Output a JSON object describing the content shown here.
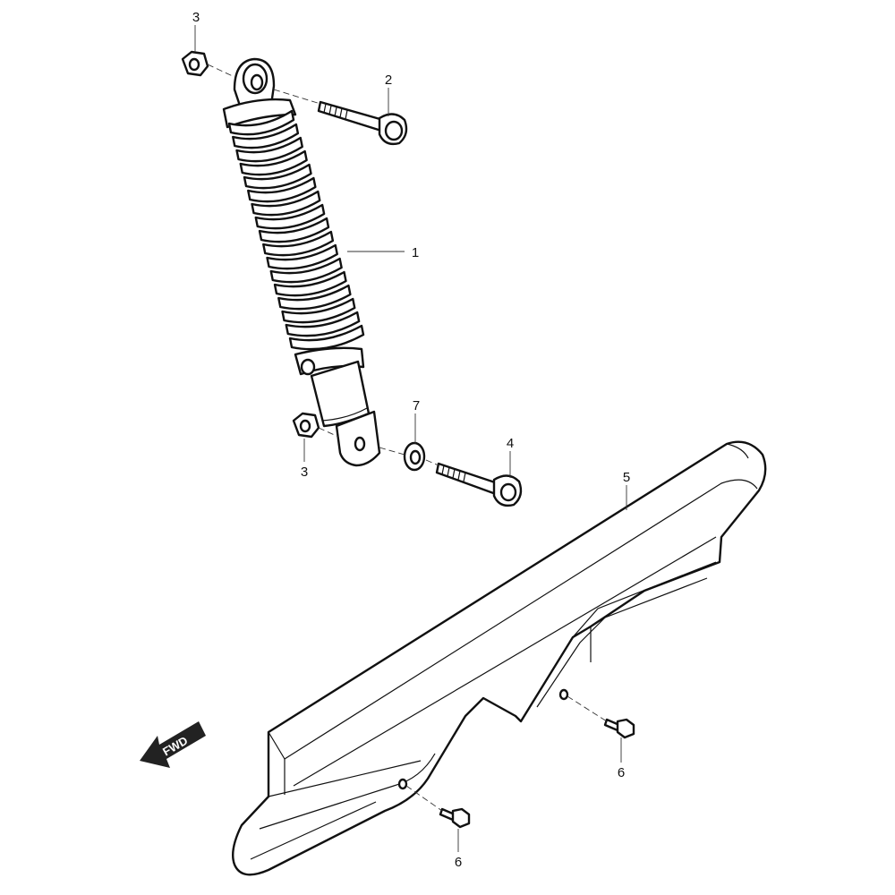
{
  "callouts": {
    "shock_absorber": "1",
    "upper_bolt": "2",
    "upper_nut": "3",
    "lower_nut": "3",
    "lower_bolt": "4",
    "chain_cover": "5",
    "screw_rear": "6",
    "screw_front": "6",
    "washer": "7"
  },
  "direction_arrow": {
    "label": "FWD"
  }
}
